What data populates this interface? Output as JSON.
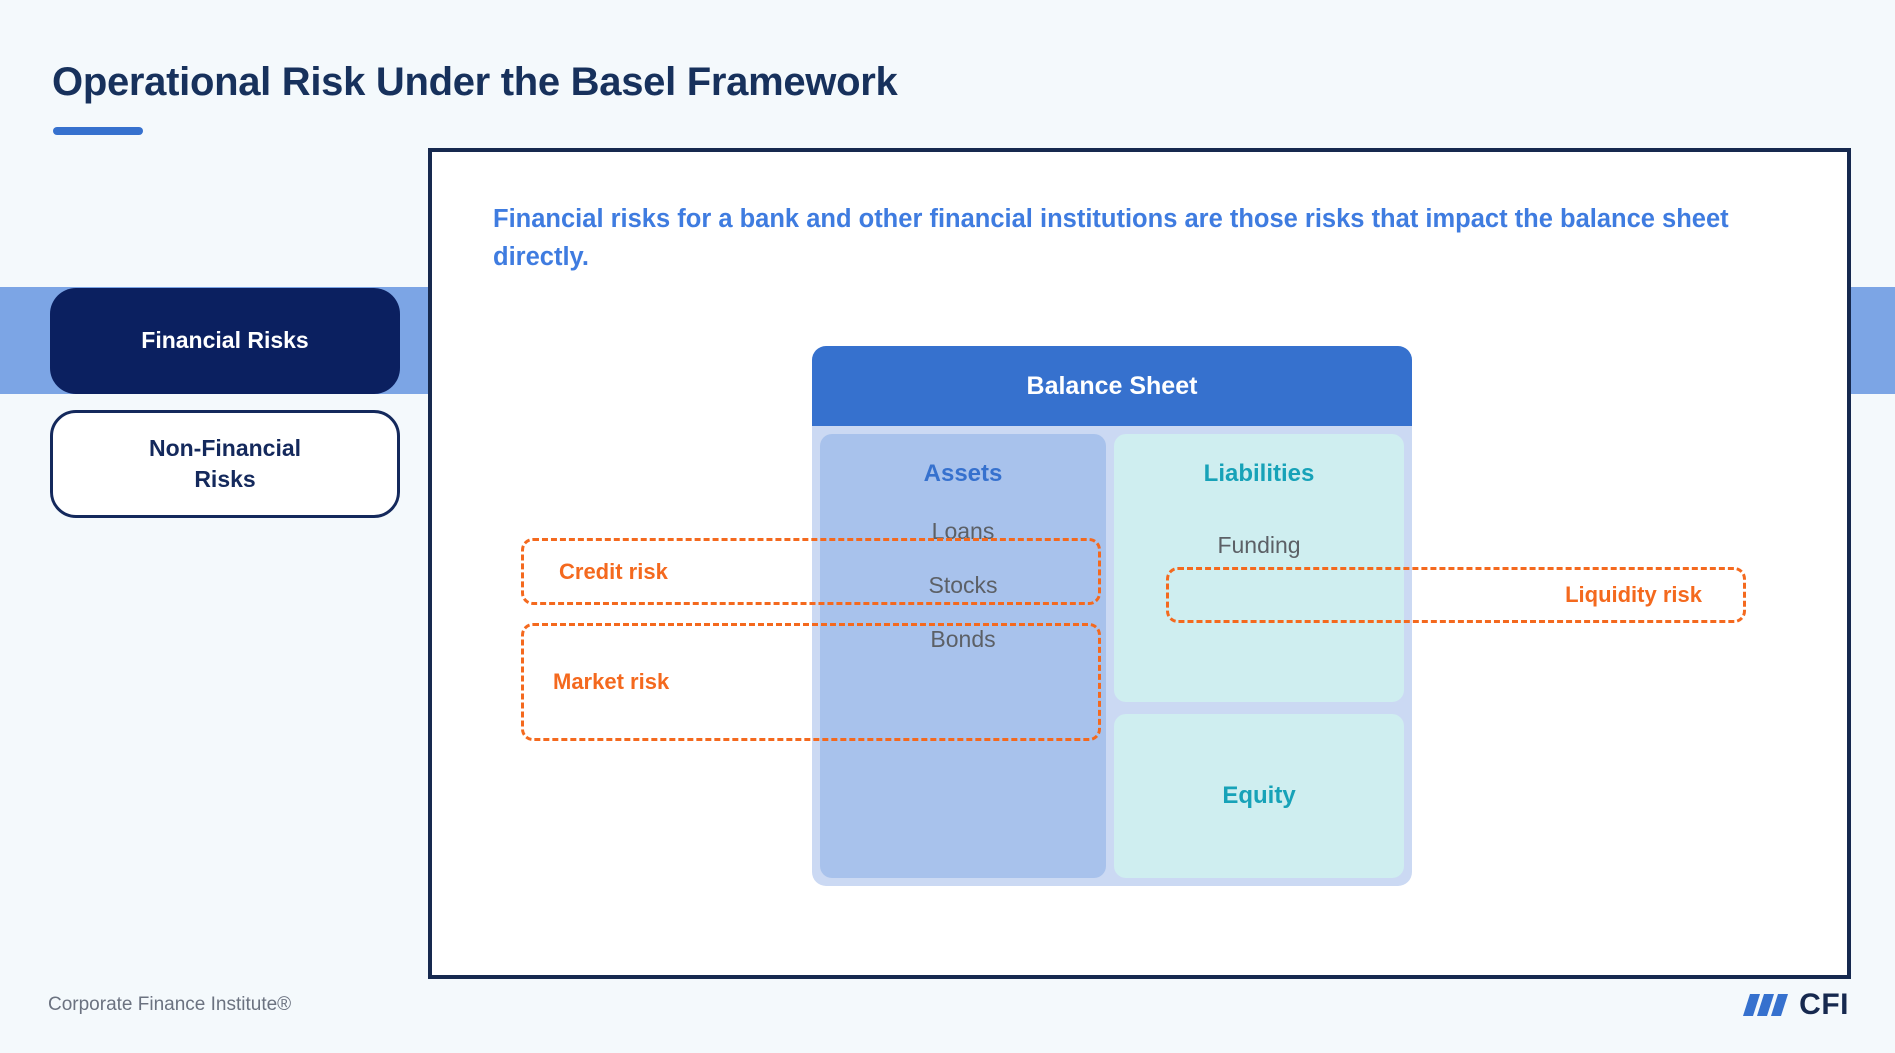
{
  "page": {
    "title": "Operational Risk Under the Basel Framework"
  },
  "sidebar": {
    "items": [
      {
        "label": "Financial Risks",
        "state": "active"
      },
      {
        "label": "Non-Financial Risks",
        "state": "inactive"
      }
    ]
  },
  "panel": {
    "intro": "Financial risks for a bank and other financial institutions are those risks that impact the balance sheet directly."
  },
  "diagram": {
    "header": "Balance Sheet",
    "columns": {
      "assets": {
        "title": "Assets",
        "items": [
          "Loans",
          "Stocks",
          "Bonds"
        ]
      },
      "liabilities": {
        "title": "Liabilities",
        "items": [
          "Funding"
        ]
      },
      "equity": {
        "title": "Equity"
      }
    },
    "risk_callouts": [
      {
        "label": "Credit risk",
        "covers": [
          "Loans"
        ]
      },
      {
        "label": "Market risk",
        "covers": [
          "Stocks",
          "Bonds"
        ]
      },
      {
        "label": "Liquidity risk",
        "covers": [
          "Funding"
        ]
      }
    ]
  },
  "footer": {
    "attribution": "Corporate Finance Institute®",
    "brand": "CFI"
  },
  "colors": {
    "title_navy": "#17315C",
    "accent_blue": "#3671CE",
    "band_blue": "#7CA5E5",
    "intro_blue": "#3F7CE0",
    "pill_active_bg": "#0B2060",
    "assets_bg": "#A8C2EC",
    "liabilities_bg": "#CFEEF0",
    "teal": "#17A2B8",
    "risk_orange": "#F4691E",
    "page_bg": "#F4F9FC"
  }
}
